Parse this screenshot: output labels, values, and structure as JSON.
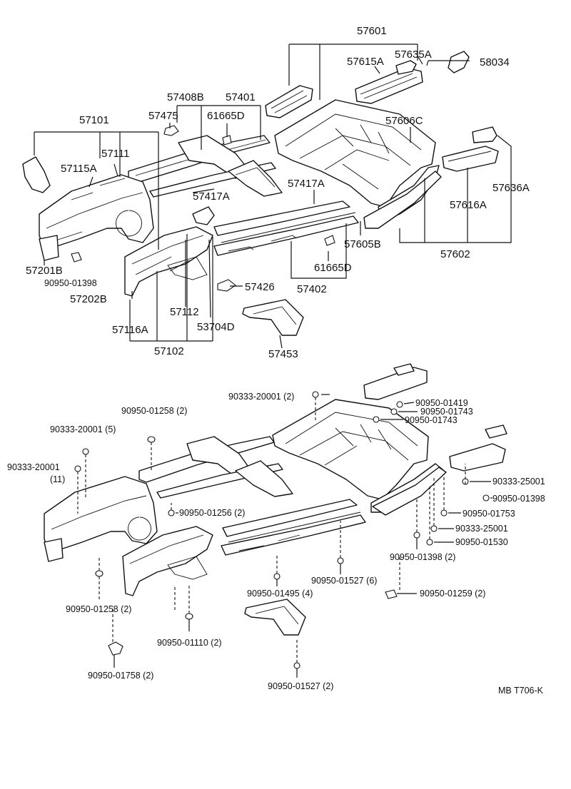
{
  "upper_labels": {
    "p57601": "57601",
    "p57615A": "57615A",
    "p57635A": "57635A",
    "p58034": "58034",
    "p57408B": "57408B",
    "p57401": "57401",
    "p57475": "57475",
    "p61665D_top": "61665D",
    "p57606C": "57606C",
    "p57101": "57101",
    "p57111": "57111",
    "p57115A": "57115A",
    "p57636A": "57636A",
    "p57417A_left": "57417A",
    "p57417A_right": "57417A",
    "p57616A": "57616A",
    "p57605B": "57605B",
    "p57602": "57602",
    "p57201B": "57201B",
    "p90950_01398_upper": "90950-01398",
    "p61665D_bottom": "61665D",
    "p57426": "57426",
    "p57402": "57402",
    "p57202B": "57202B",
    "p57112": "57112",
    "p57116A": "57116A",
    "p53704D": "53704D",
    "p57102": "57102",
    "p57453": "57453"
  },
  "lower_labels": {
    "f90333_20001_2": "90333-20001 (2)",
    "f90950_01419": "90950-01419",
    "f90950_01743_a": "90950-01743",
    "f90950_01743_b": "90950-01743",
    "f90950_01258_2_top": "90950-01258 (2)",
    "f90333_20001_5": "90333-20001 (5)",
    "f90333_20001_11_a": "90333-20001",
    "f90333_20001_11_b": "(11)",
    "f90333_25001_a": "90333-25001",
    "f90950_01398_right": "90950-01398",
    "f90950_01256_2": "90950-01256 (2)",
    "f90950_01753": "90950-01753",
    "f90333_25001_b": "90333-25001",
    "f90950_01530": "90950-01530",
    "f90950_01398_2": "90950-01398 (2)",
    "f90950_01527_6": "90950-01527 (6)",
    "f90950_01259_2": "90950-01259 (2)",
    "f90950_01495_4": "90950-01495 (4)",
    "f90950_01258_2_bottom": "90950-01258 (2)",
    "f90950_01110_2": "90950-01110 (2)",
    "f90950_01758_2": "90950-01758 (2)",
    "f90950_01527_2": "90950-01527 (2)"
  },
  "footer": {
    "diagram_code": "MB T706-K"
  }
}
